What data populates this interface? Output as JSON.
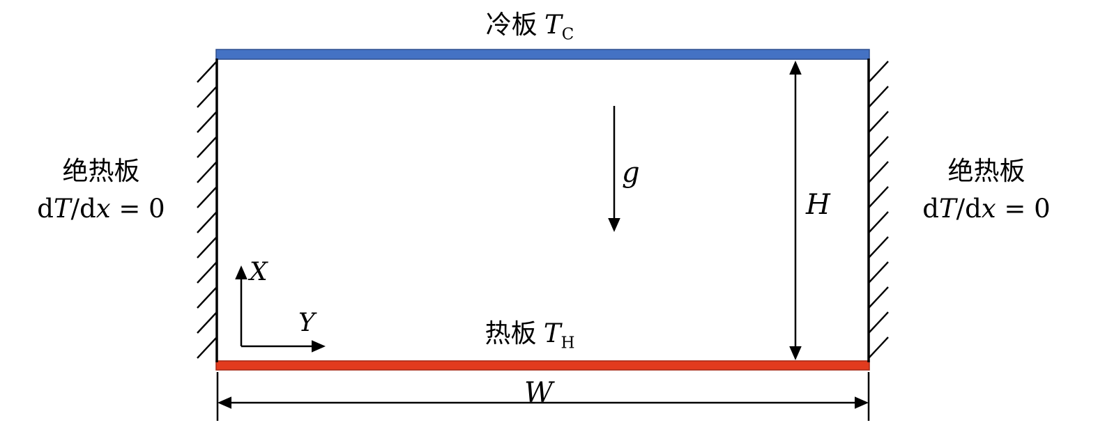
{
  "plates": {
    "top": {
      "name": "冷板",
      "symbol": "T",
      "subscript": "C"
    },
    "bottom": {
      "name": "热板",
      "symbol": "T",
      "subscript": "H"
    }
  },
  "walls": {
    "left": {
      "name": "绝热板",
      "eq": {
        "d1": "d",
        "t": "T",
        "d2": "/d",
        "x": "x",
        "rest": " = 0"
      }
    },
    "right": {
      "name": "绝热板",
      "eq": {
        "d1": "d",
        "t": "T",
        "d2": "/d",
        "x": "x",
        "rest": " = 0"
      }
    }
  },
  "annotations": {
    "gravity": "g",
    "height": "H",
    "width": "W",
    "axis_x": "X",
    "axis_y": "Y"
  },
  "colors": {
    "cold_plate": "#4472c4",
    "cold_plate_edge": "#2e4f8e",
    "hot_plate": "#e23b1e",
    "hot_plate_edge": "#a52714"
  }
}
